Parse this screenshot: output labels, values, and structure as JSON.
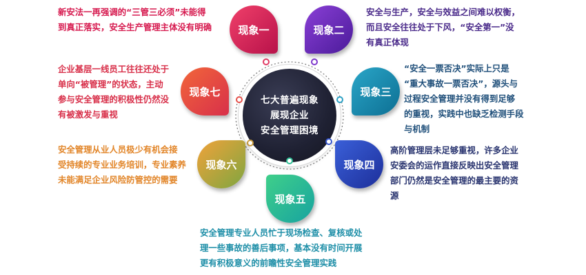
{
  "center": {
    "line1": "七大普遍现象",
    "line2": "展现企业",
    "line3": "安全管理困境"
  },
  "phenomena": [
    {
      "label": "现象一",
      "color_a": "#f0406a",
      "color_b": "#b8124a",
      "text_color": "#d61a4f",
      "lines": [
        "新安法一再强调的“三管三必须”未能得",
        "到真正落实，安全生产管理主体没有明确"
      ]
    },
    {
      "label": "现象二",
      "color_a": "#8a3fd6",
      "color_b": "#4b1b9a",
      "text_color": "#4a2a8a",
      "lines": [
        "安全与生产，安全与效益之间难以权衡，",
        "而且安全往往处于下风，“安全第一”没",
        "有真正体现"
      ]
    },
    {
      "label": "现象三",
      "color_a": "#2aa6c8",
      "color_b": "#0d6f93",
      "text_color": "#1f4f7a",
      "lines": [
        "“安全一票否决”实际上只是",
        "“重大事故一票否决”，源头与",
        "过程安全管理并没有得到足够",
        "的重视，实践中也缺乏检测手段",
        "与机制"
      ]
    },
    {
      "label": "现象四",
      "color_a": "#3a5fd8",
      "color_b": "#1d2f9a",
      "text_color": "#2a3570",
      "lines": [
        "高阶管理层未足够重视，许多企业",
        "安委会的运作直接反映出安全管理",
        "部门仍然是安全管理的最主要的资",
        "源"
      ]
    },
    {
      "label": "现象五",
      "color_a": "#3fcf8a",
      "color_b": "#17a3a0",
      "text_color": "#1f8fa8",
      "lines": [
        "安全管理专业人员忙于现场检查、复核或处",
        "理一些事故的善后事项，基本没有时间开展",
        "更有积极意义的前瞻性安全管理实践"
      ]
    },
    {
      "label": "现象六",
      "color_a": "#f0a23a",
      "color_b": "#7fa640",
      "text_color": "#e2862a",
      "lines": [
        "安全管理从业人员极少有机会接",
        "受持续的专业业务培训，专业素养",
        "未能满足企业风险防管控的需要"
      ]
    },
    {
      "label": "现象七",
      "color_a": "#f2663a",
      "color_b": "#d8304a",
      "text_color": "#d8304a",
      "lines": [
        "企业基层一线员工往往还处于",
        "单向“被管理”的状态，主动",
        "参与安全管理的积极性仍然没",
        "有被激发与重视"
      ]
    }
  ]
}
